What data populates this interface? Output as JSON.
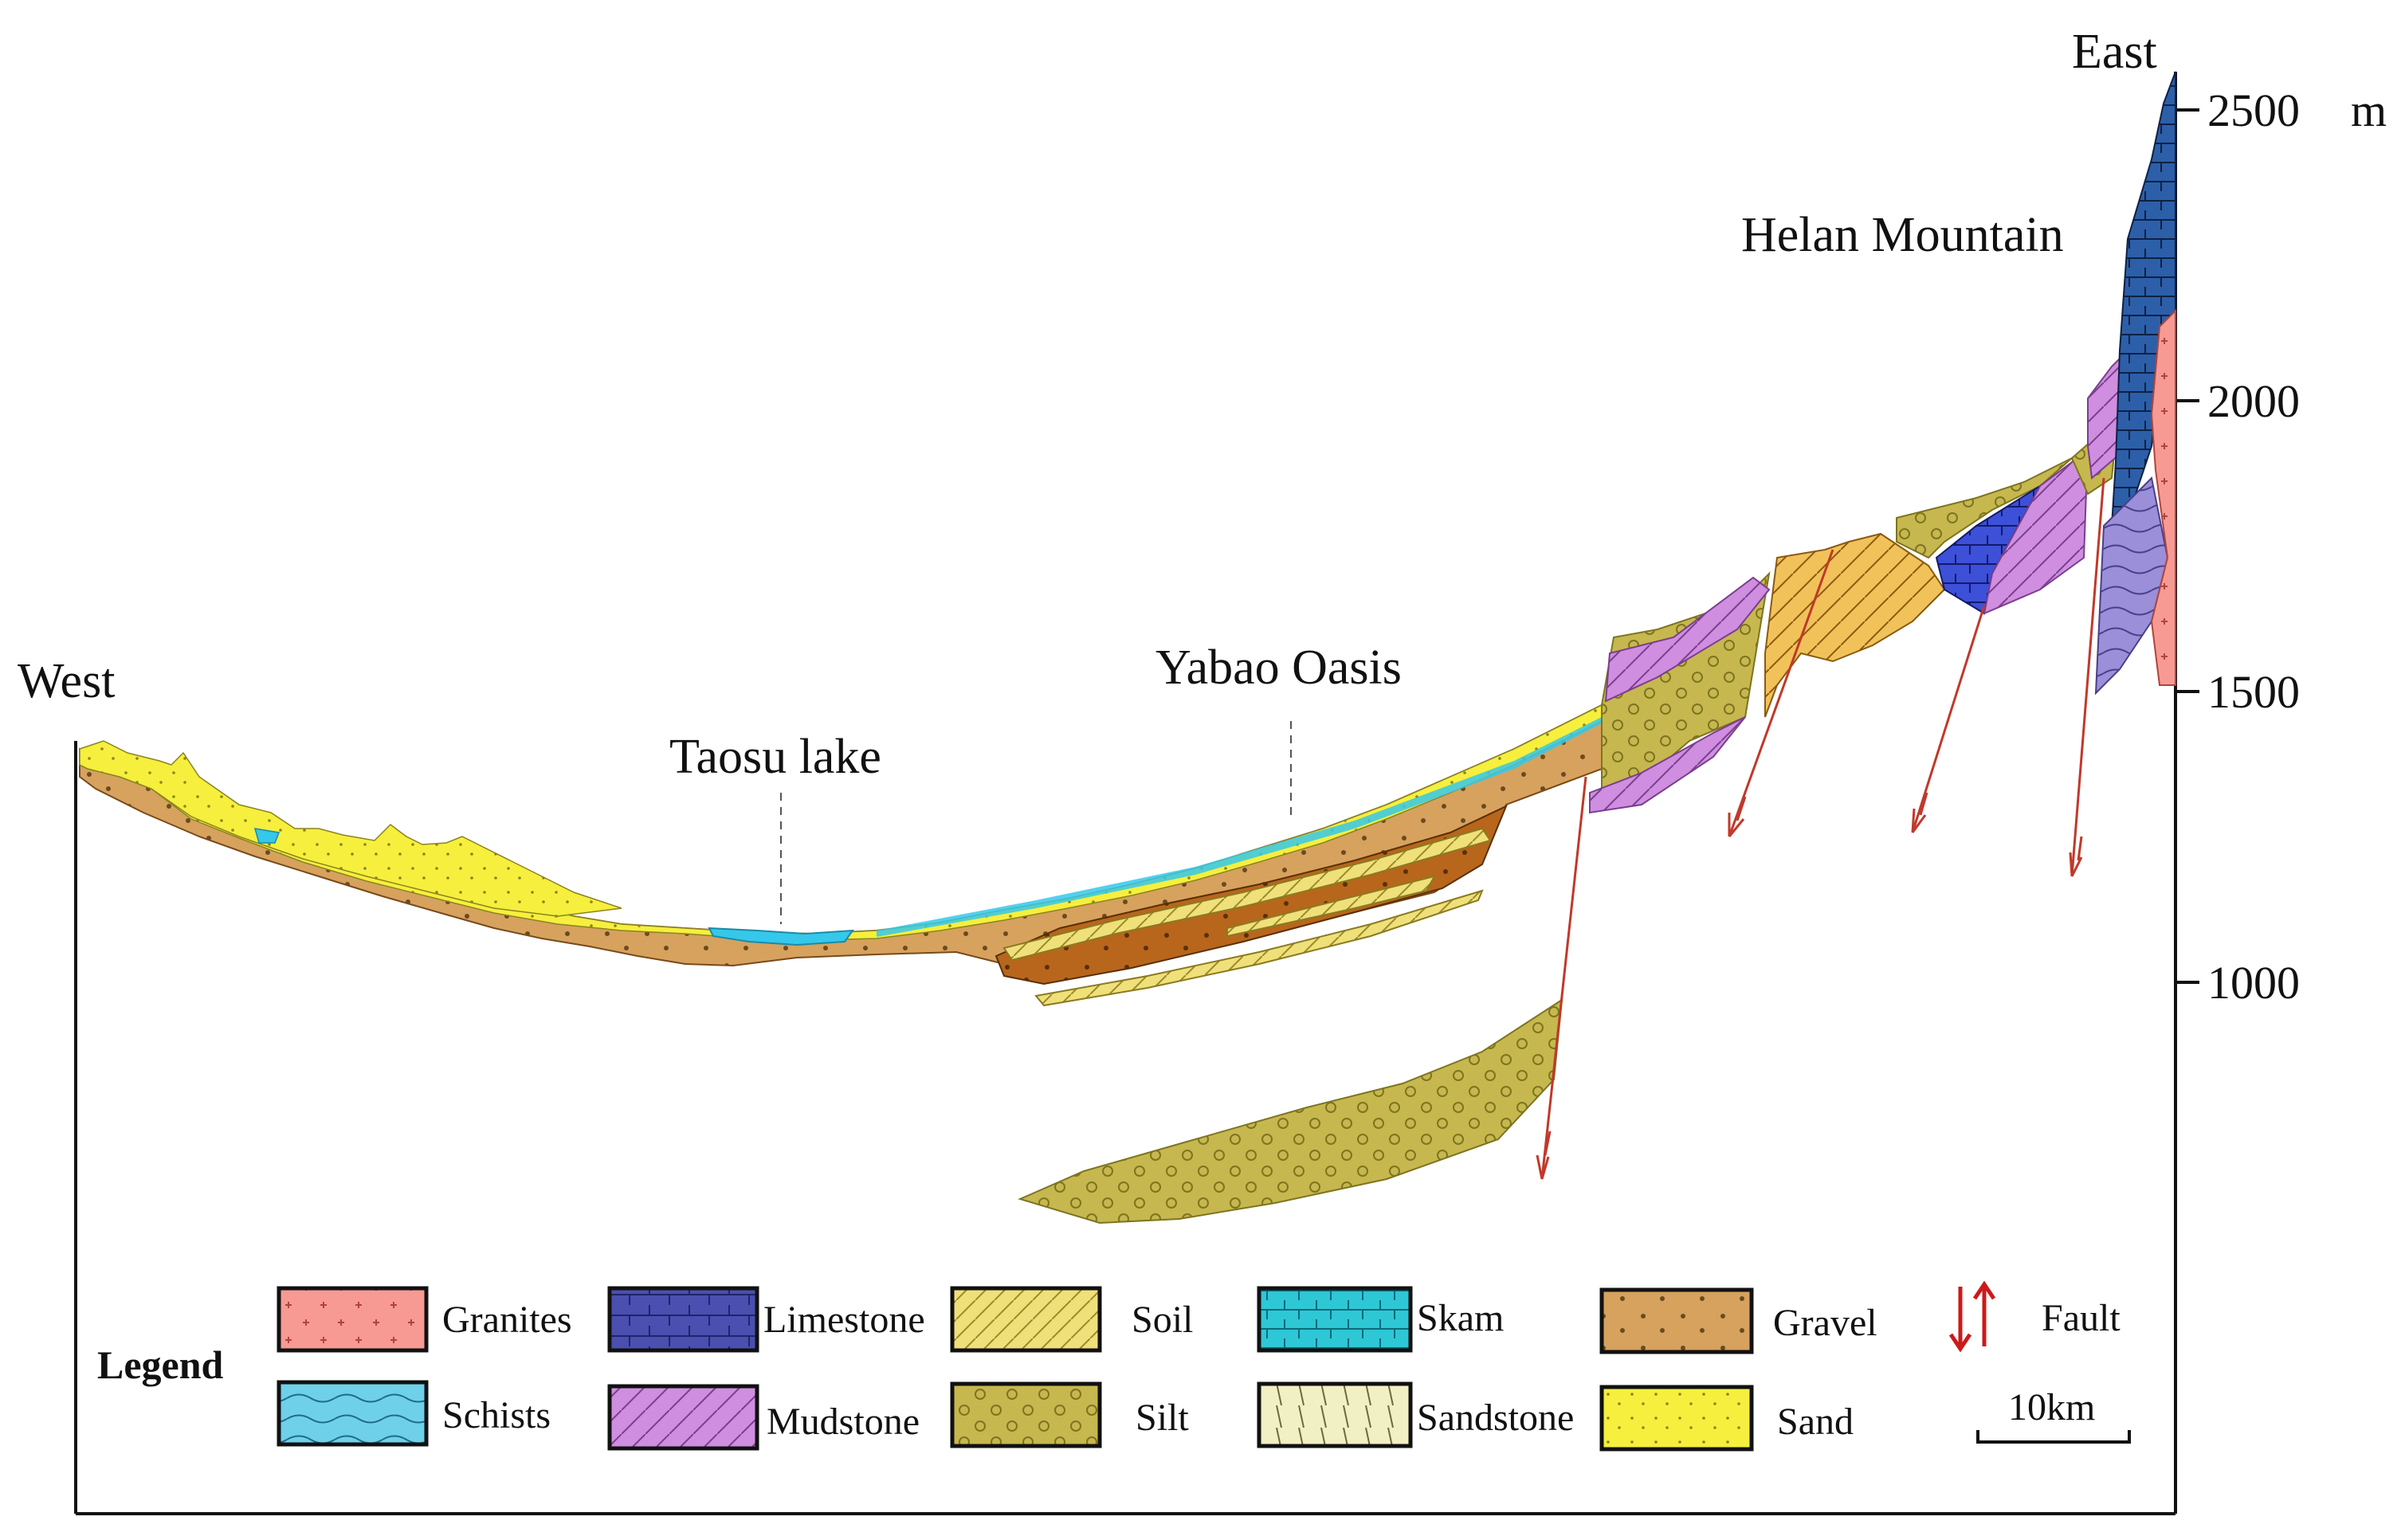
{
  "labels": {
    "west": "West",
    "east": "East",
    "helan": "Helan Mountain",
    "yabao": "Yabao Oasis",
    "taosu": "Taosu lake"
  },
  "axis": {
    "unit": "m",
    "ticks": [
      {
        "value": 2500,
        "label": "2500"
      },
      {
        "value": 2000,
        "label": "2000"
      },
      {
        "value": 1500,
        "label": "1500"
      },
      {
        "value": 1000,
        "label": "1000"
      }
    ]
  },
  "legend": {
    "title": "Legend",
    "items": [
      {
        "key": "granites",
        "label": "Granites",
        "fill": "#f79a93",
        "pattern": "pat-granite"
      },
      {
        "key": "limestone",
        "label": "Limestone",
        "fill": "#4a4fb0",
        "pattern": "pat-limestone"
      },
      {
        "key": "soil",
        "label": "Soil",
        "fill": "#f4eeb0",
        "pattern": "pat-soil"
      },
      {
        "key": "skam",
        "label": "Skam",
        "fill": "#2ec7d6",
        "pattern": "pat-skam"
      },
      {
        "key": "gravel",
        "label": "Gravel",
        "fill": "#d6a25e",
        "pattern": "pat-gravel"
      },
      {
        "key": "fault",
        "label": "Fault",
        "fill": "#cc1a1a",
        "pattern": ""
      },
      {
        "key": "schists",
        "label": "Schists",
        "fill": "#6fd0ea",
        "pattern": "pat-schist"
      },
      {
        "key": "mudstone",
        "label": "Mudstone",
        "fill": "#cf8ee0",
        "pattern": "pat-mudstone"
      },
      {
        "key": "silt",
        "label": "Silt",
        "fill": "#c6b84e",
        "pattern": "pat-silt"
      },
      {
        "key": "sandstone",
        "label": "Sandstone",
        "fill": "#f1efc4",
        "pattern": "pat-sandstone"
      },
      {
        "key": "sand",
        "label": "Sand",
        "fill": "#f6ef3d",
        "pattern": "pat-sand"
      }
    ],
    "scale": "10km"
  },
  "colors": {
    "gravel": "#d6a25e",
    "gravel_dark": "#b8661c",
    "soil": "#f0e07a",
    "sand": "#f6ef3d",
    "silt": "#c6b84e",
    "mudstone": "#cf8ee0",
    "limestone_dark": "#2c5fa8",
    "limestone_blue": "#3d50d8",
    "granites": "#f79a93",
    "schists": "#9a8fd8",
    "water": "#35c8ea",
    "fault": "#c0392b"
  }
}
